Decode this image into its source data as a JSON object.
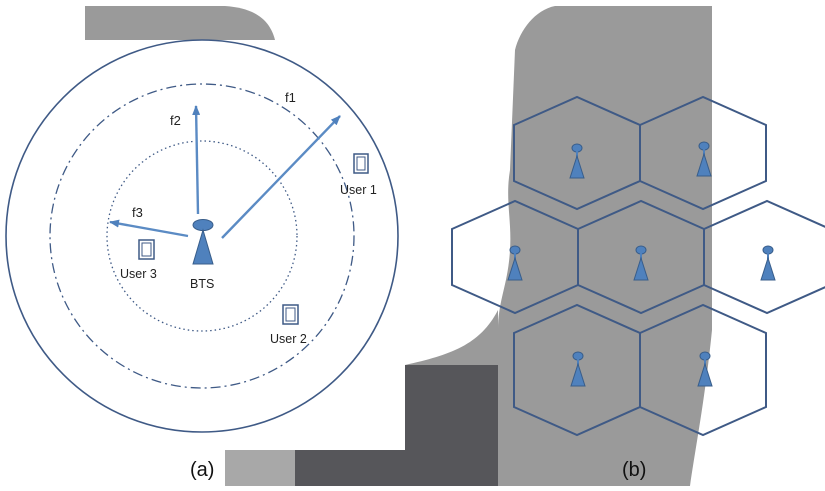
{
  "panel_a": {
    "labels": {
      "f1": "f1",
      "f2": "f2",
      "f3": "f3",
      "bts": "BTS",
      "user1": "User 1",
      "user2": "User 2",
      "user3": "User 3"
    },
    "caption": "(a)"
  },
  "panel_b": {
    "caption": "(b)",
    "cell_count": 7
  },
  "colors": {
    "line": "#3f5a86",
    "arrow": "#5b8bc4",
    "icon_fill": "#4f81bd",
    "icon_stroke": "#385d8a",
    "shade_light": "#9a9a9a",
    "shade_dark": "#56565a"
  }
}
